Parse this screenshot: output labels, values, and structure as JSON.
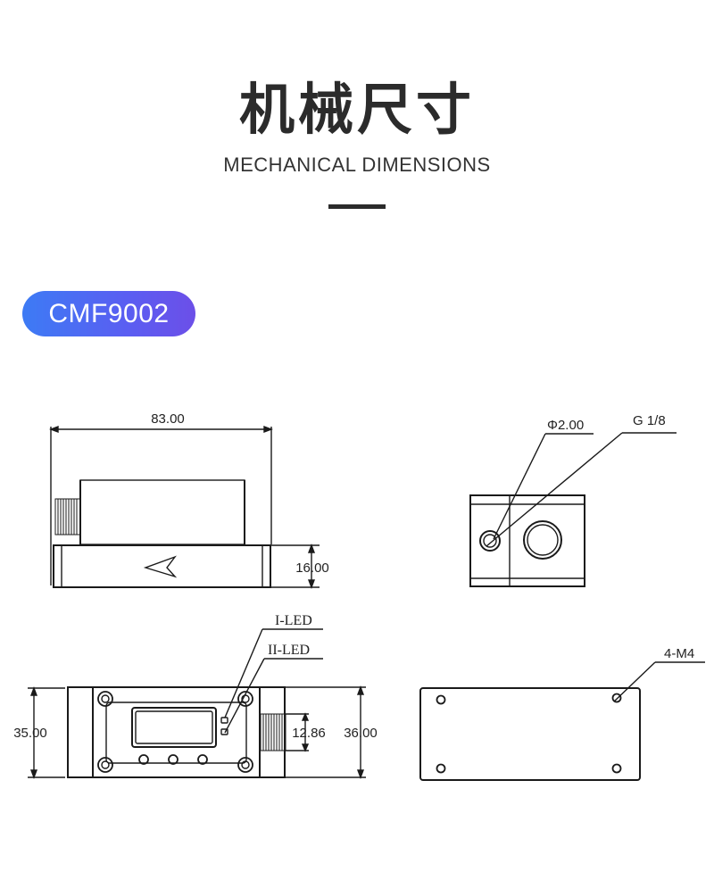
{
  "header": {
    "title_cn": "机械尺寸",
    "title_en": "MECHANICAL DIMENSIONS"
  },
  "model": {
    "label": "CMF9002"
  },
  "dimensions": {
    "length": "83.00",
    "height": "16.00",
    "hole_diameter": "Φ2.00",
    "thread": "G 1/8",
    "width_front": "35.00",
    "port_size": "12.86",
    "width_body": "36.00",
    "mount_holes": "4-M4"
  },
  "labels": {
    "led_1": "I-LED",
    "led_2": "II-LED"
  },
  "colors": {
    "line": "#1a1a1a",
    "pill_start": "#3d7bf4",
    "pill_end": "#6c4fe8"
  }
}
